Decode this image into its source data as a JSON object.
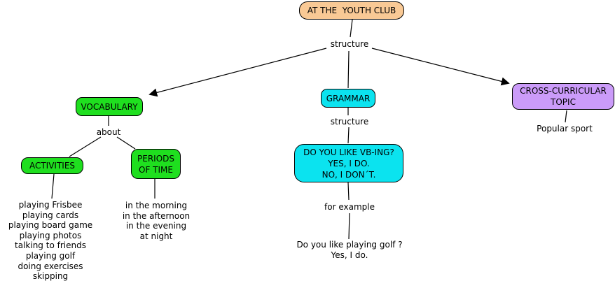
{
  "colors": {
    "root_fill": "#F9C995",
    "green_fill": "#1FDF1F",
    "cyan_fill": "#0BE3EF",
    "purple_fill": "#CB9BF9",
    "line": "#000000"
  },
  "nodes": {
    "root": {
      "label": "AT THE  YOUTH CLUB"
    },
    "vocabulary": {
      "label": "VOCABULARY"
    },
    "activities": {
      "label": "ACTIVITIES"
    },
    "periods": {
      "label": "PERIODS\nOF TIME"
    },
    "grammar": {
      "label": "GRAMMAR"
    },
    "structure_pattern": {
      "label": "DO YOU LIKE VB-ING?\nYES, I DO.\nNO, I DON´T."
    },
    "cross_curricular": {
      "label": "CROSS-CURRICULAR\nTOPIC"
    }
  },
  "link_labels": {
    "structure_top": "structure",
    "about": "about",
    "structure_grammar": "structure",
    "for_example": "for example",
    "popular_sport": "Popular sport"
  },
  "text_blocks": {
    "activities_list": "playing Frisbee\nplaying cards\nplaying board game\nplaying photos\ntalking to friends\nplaying golf\ndoing exercises\nskipping",
    "periods_list": "in the morning\nin the afternoon\nin the evening\nat night",
    "example": "Do you like playing golf ?\nYes, I do."
  }
}
